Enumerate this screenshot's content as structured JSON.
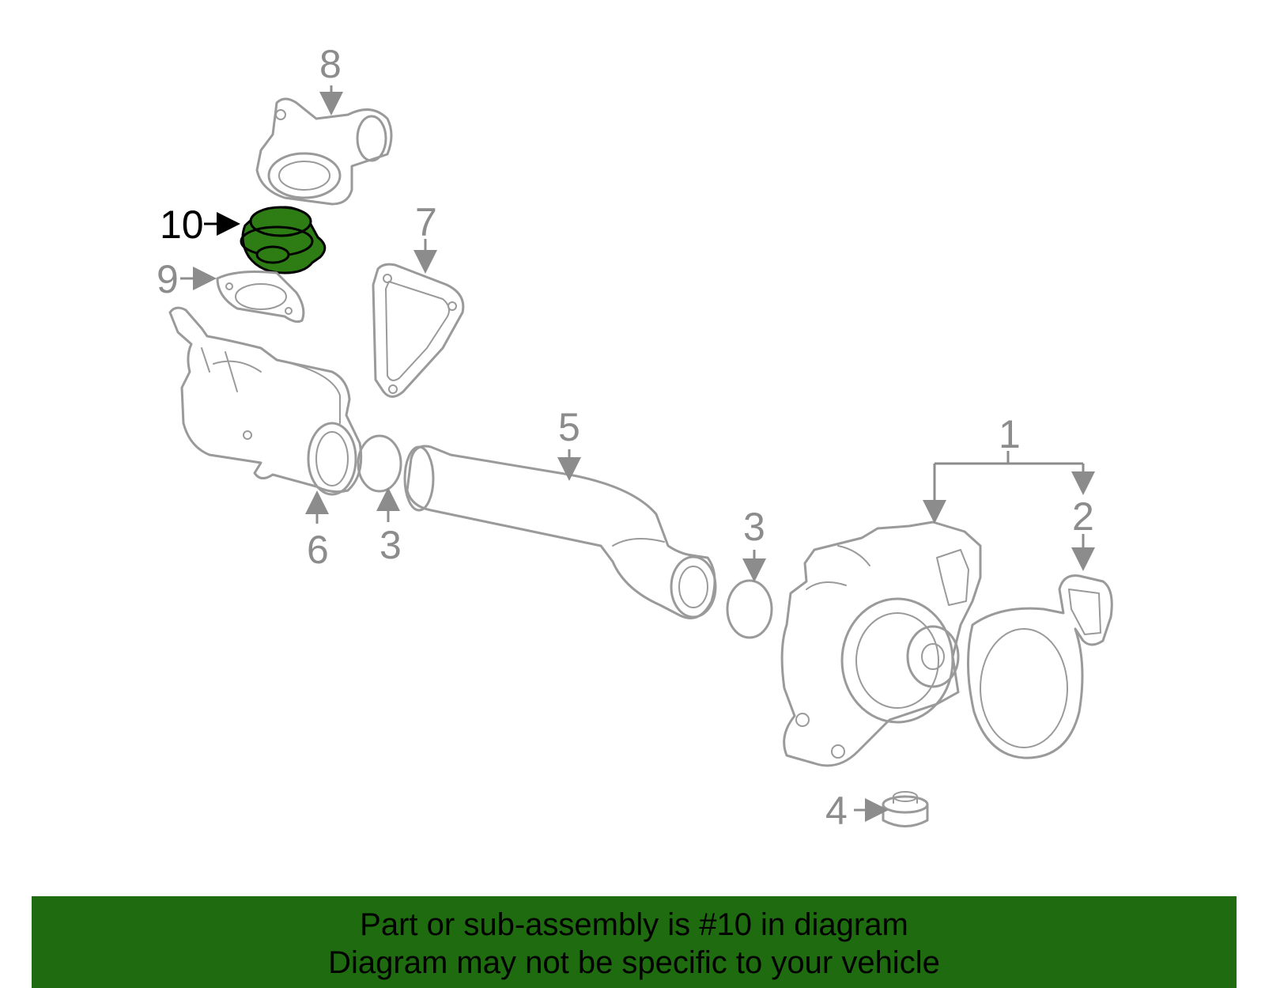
{
  "colors": {
    "highlight": "#2e7d14",
    "banner_bg": "#1e6b10",
    "part_stroke": "#9a9a9a"
  },
  "callouts": {
    "c1": "1",
    "c2": "2",
    "c3a": "3",
    "c3b": "3",
    "c4": "4",
    "c5": "5",
    "c6": "6",
    "c7": "7",
    "c8": "8",
    "c9": "9",
    "c10": "10"
  },
  "highlighted_part": "10",
  "banner": {
    "line1": "Part or sub-assembly is #10 in diagram",
    "line2": "Diagram may not be specific to your vehicle"
  }
}
